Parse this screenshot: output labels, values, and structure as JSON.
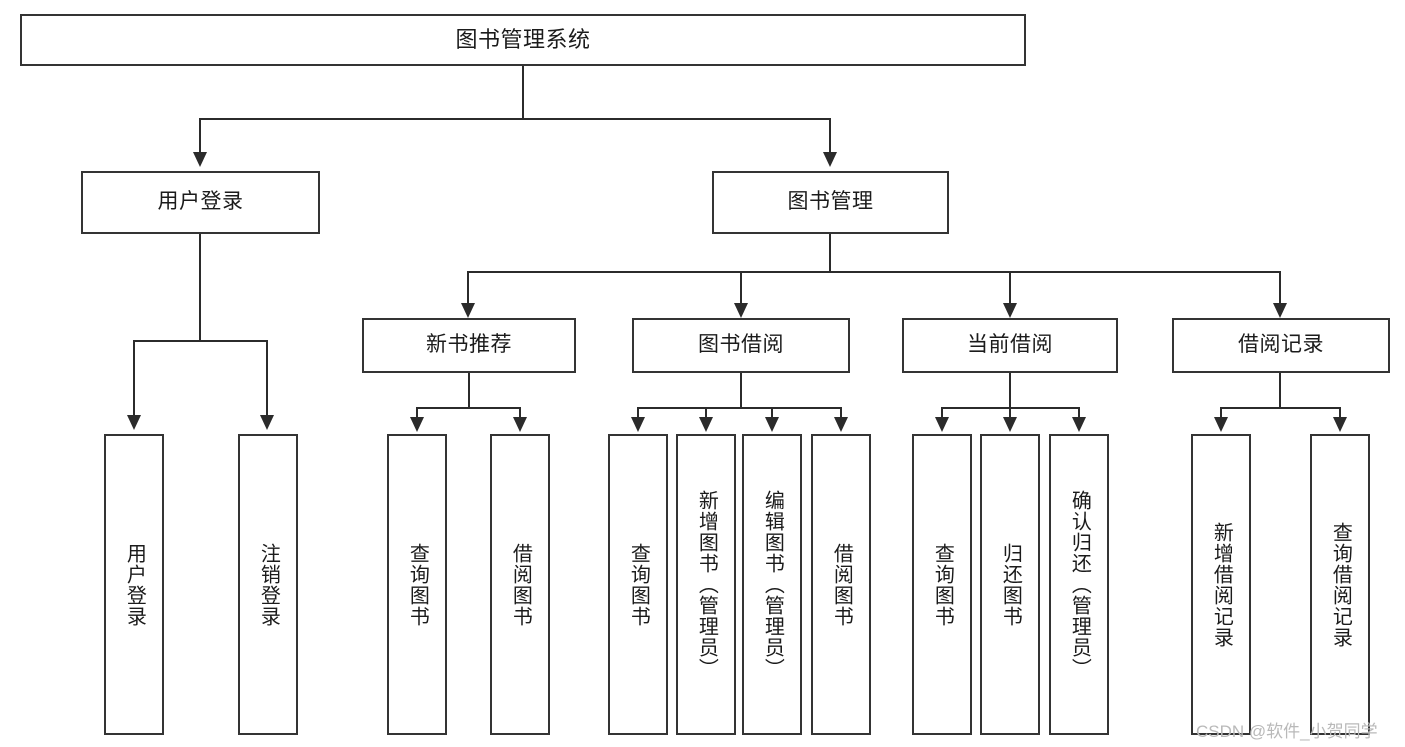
{
  "diagram": {
    "title": "图书管理系统",
    "type": "tree-hierarchy-diagram",
    "nodes": {
      "root": {
        "label": "图书管理系统"
      },
      "level2": [
        {
          "id": "user-login",
          "label": "用户登录"
        },
        {
          "id": "book-manage",
          "label": "图书管理"
        }
      ],
      "level3": [
        {
          "id": "new-book-recommend",
          "label": "新书推荐"
        },
        {
          "id": "book-borrow",
          "label": "图书借阅"
        },
        {
          "id": "current-borrow",
          "label": "当前借阅"
        },
        {
          "id": "borrow-record",
          "label": "借阅记录"
        }
      ],
      "leaves": {
        "user_login": [
          {
            "id": "leaf-user-login",
            "label": "用户登录"
          },
          {
            "id": "leaf-logout-login",
            "label": "注销登录"
          }
        ],
        "new_book_recommend": [
          {
            "id": "leaf-query-book-1",
            "label": "查询图书"
          },
          {
            "id": "leaf-borrow-book-1",
            "label": "借阅图书"
          }
        ],
        "book_borrow": [
          {
            "id": "leaf-query-book-2",
            "label": "查询图书"
          },
          {
            "id": "leaf-add-book",
            "label": "新增图书（管理员）"
          },
          {
            "id": "leaf-edit-book",
            "label": "编辑图书（管理员）"
          },
          {
            "id": "leaf-borrow-book-2",
            "label": "借阅图书"
          }
        ],
        "current_borrow": [
          {
            "id": "leaf-query-book-3",
            "label": "查询图书"
          },
          {
            "id": "leaf-return-book",
            "label": "归还图书"
          },
          {
            "id": "leaf-confirm-return",
            "label": "确认归还（管理员）"
          }
        ],
        "borrow_record": [
          {
            "id": "leaf-add-record",
            "label": "新增借阅记录"
          },
          {
            "id": "leaf-query-record",
            "label": "查询借阅记录"
          }
        ]
      }
    }
  },
  "watermark": {
    "text": "CSDN @软件_小贺同学"
  },
  "colors": {
    "box_border": "#343434",
    "connector": "#2b2b2b",
    "text": "#1b1b1b",
    "background": "#ffffff",
    "watermark": "#b9b9b9"
  }
}
